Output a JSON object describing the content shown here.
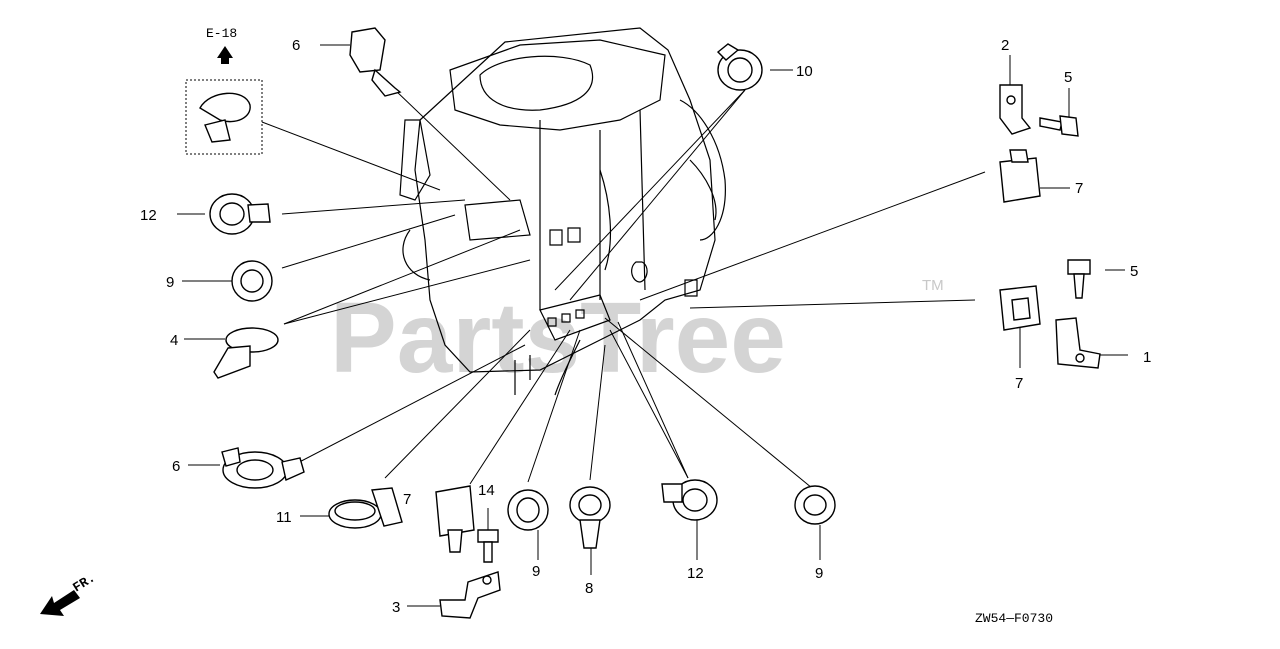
{
  "watermark": {
    "text": "PartsTree",
    "trademark": "TM"
  },
  "reference": {
    "up_ref": "E-18",
    "front_label": "FR.",
    "figure_code": "ZW54—F0730"
  },
  "callouts": [
    {
      "id": "c-1",
      "label": "1"
    },
    {
      "id": "c-2",
      "label": "2"
    },
    {
      "id": "c-3",
      "label": "3"
    },
    {
      "id": "c-4",
      "label": "4"
    },
    {
      "id": "c-5a",
      "label": "5"
    },
    {
      "id": "c-5b",
      "label": "5"
    },
    {
      "id": "c-6a",
      "label": "6"
    },
    {
      "id": "c-6b",
      "label": "6"
    },
    {
      "id": "c-7a",
      "label": "7"
    },
    {
      "id": "c-7b",
      "label": "7"
    },
    {
      "id": "c-7c",
      "label": "7"
    },
    {
      "id": "c-8",
      "label": "8"
    },
    {
      "id": "c-9a",
      "label": "9"
    },
    {
      "id": "c-9b",
      "label": "9"
    },
    {
      "id": "c-9c",
      "label": "9"
    },
    {
      "id": "c-10",
      "label": "10"
    },
    {
      "id": "c-11",
      "label": "11"
    },
    {
      "id": "c-12a",
      "label": "12"
    },
    {
      "id": "c-12b",
      "label": "12"
    },
    {
      "id": "c-14",
      "label": "14"
    }
  ]
}
